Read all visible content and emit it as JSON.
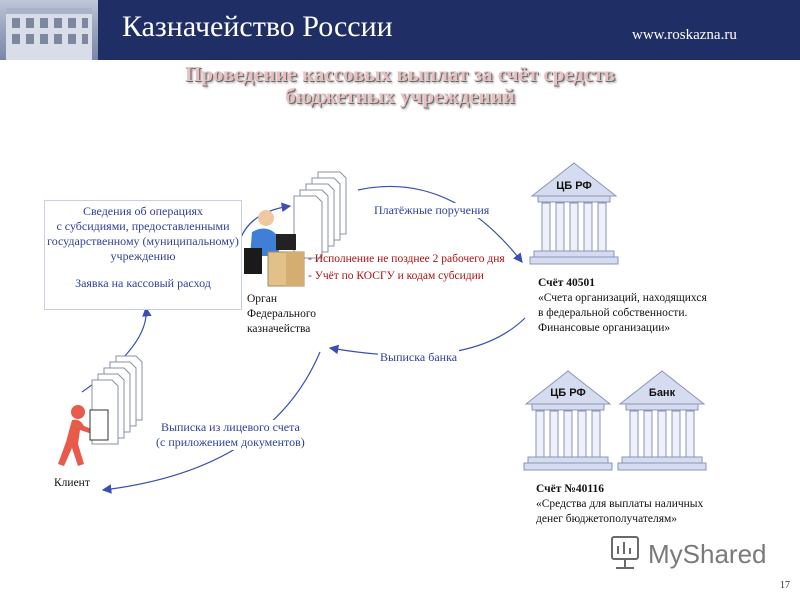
{
  "header": {
    "org_name": "Казначейство России",
    "site_url": "www.roskazna.ru"
  },
  "title": {
    "line1": "Проведение кассовых выплат за счёт средств",
    "line2": "бюджетных учреждений"
  },
  "info_box": {
    "lines": [
      "Сведения об операциях",
      "с субсидиями, предоставленными",
      "государственному (муниципальному)",
      "учреждению"
    ],
    "request": "Заявка на кассовый расход"
  },
  "treasury": {
    "lines": [
      "Орган",
      "Федерального",
      "казначейства"
    ]
  },
  "payment_orders": "Платёжные поручения",
  "conditions": [
    "- Исполнение не позднее 2 рабочего дня",
    "- Учёт по КОСГУ и кодам субсидии"
  ],
  "bank_statement": "Выписка банка",
  "account_statement": {
    "line1": "Выписка из лицевого счета",
    "line2": "(с приложением документов)"
  },
  "client": "Клиент",
  "bank_top": {
    "label": "ЦБ РФ"
  },
  "account_40501": {
    "title": "Счёт 40501",
    "lines": [
      "«Счета организаций, находящихся",
      "в федеральной собственности.",
      "Финансовые организации»"
    ]
  },
  "bank_bottom_left": {
    "label": "ЦБ РФ"
  },
  "bank_bottom_right": {
    "label": "Банк"
  },
  "account_40116": {
    "title": "Счёт №40116",
    "lines": [
      "«Средства для выплаты наличных",
      "денег бюджетополучателям»"
    ]
  },
  "watermark": "MyShared",
  "page_number": "17",
  "colors": {
    "header_bg": "#1f2f66",
    "label_blue": "#2f3f99",
    "arrow_blue": "#3a4fb0",
    "alert_red": "#b01010",
    "bank_fill": "#d6dcef",
    "client_red": "#e85a4a"
  }
}
